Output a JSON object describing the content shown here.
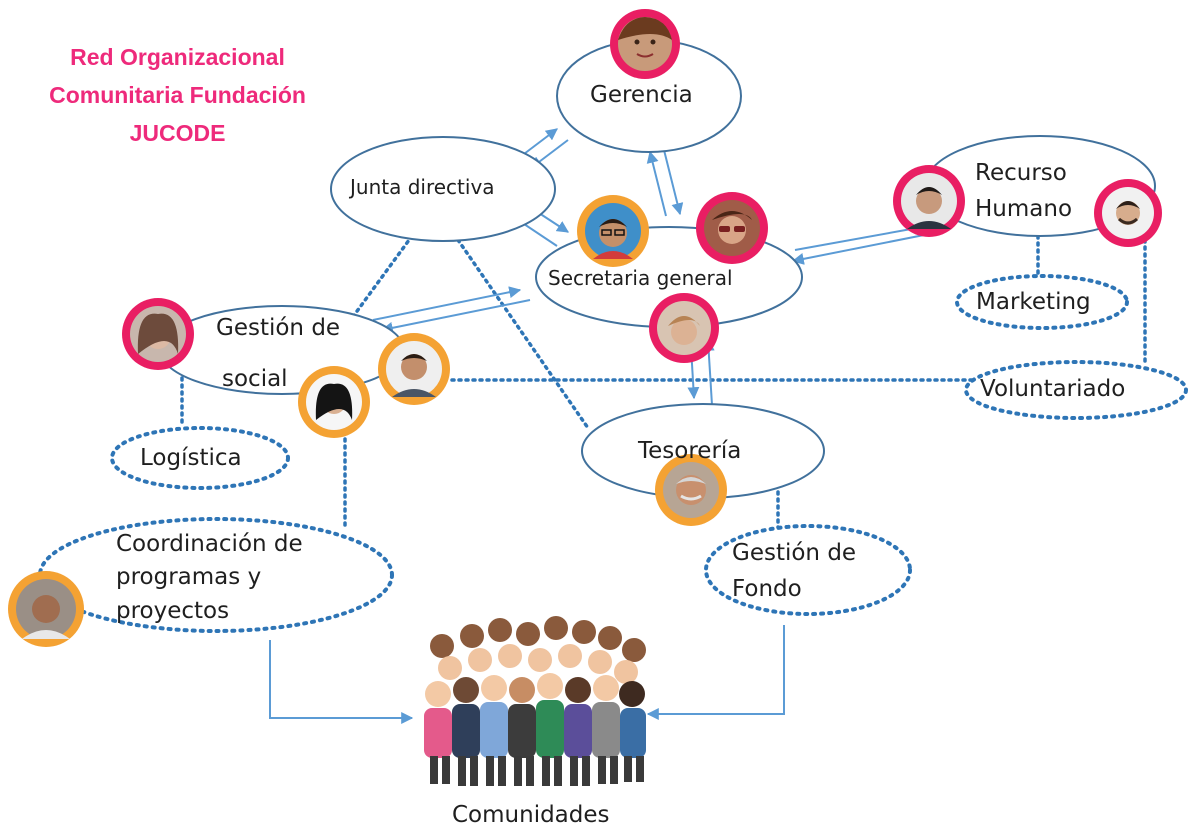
{
  "title": {
    "line1": "Red Organizacional",
    "line2": "Comunitaria Fundación",
    "line3": "JUCODE"
  },
  "colors": {
    "title": "#ee2a7b",
    "node_stroke": "#41719c",
    "arrow": "#5b9bd5",
    "avatar_ring_pink": "#e91e63",
    "avatar_ring_orange": "#f4a233"
  },
  "nodes": {
    "gerencia": "Gerencia",
    "junta_directiva": "Junta directiva",
    "secretaria_general": "Secretaria general",
    "recurso_humano_1": "Recurso",
    "recurso_humano_2": "Humano",
    "gestion_social_1": "Gestión de",
    "gestion_social_2": "social",
    "tesoreria": "Tesorería",
    "marketing": "Marketing",
    "voluntariado": "Voluntariado",
    "logistica": "Logística",
    "coordinacion_1": "Coordinación de",
    "coordinacion_2": "programas y",
    "coordinacion_3": "proyectos",
    "gestion_fondo_1": "Gestión de",
    "gestion_fondo_2": "Fondo",
    "comunidades": "Comunidades"
  },
  "avatars": [
    {
      "name": "avatar-gerencia",
      "ring": "pink"
    },
    {
      "name": "avatar-secretaria-1",
      "ring": "orange"
    },
    {
      "name": "avatar-secretaria-2",
      "ring": "pink"
    },
    {
      "name": "avatar-secretaria-3",
      "ring": "pink"
    },
    {
      "name": "avatar-recurso-humano-1",
      "ring": "pink"
    },
    {
      "name": "avatar-recurso-humano-2",
      "ring": "pink"
    },
    {
      "name": "avatar-gestion-social-1",
      "ring": "pink"
    },
    {
      "name": "avatar-gestion-social-2",
      "ring": "orange"
    },
    {
      "name": "avatar-gestion-social-3",
      "ring": "orange"
    },
    {
      "name": "avatar-tesoreria",
      "ring": "orange"
    },
    {
      "name": "avatar-coordinacion",
      "ring": "orange"
    }
  ],
  "crowd_icon": "community-crowd-icon"
}
